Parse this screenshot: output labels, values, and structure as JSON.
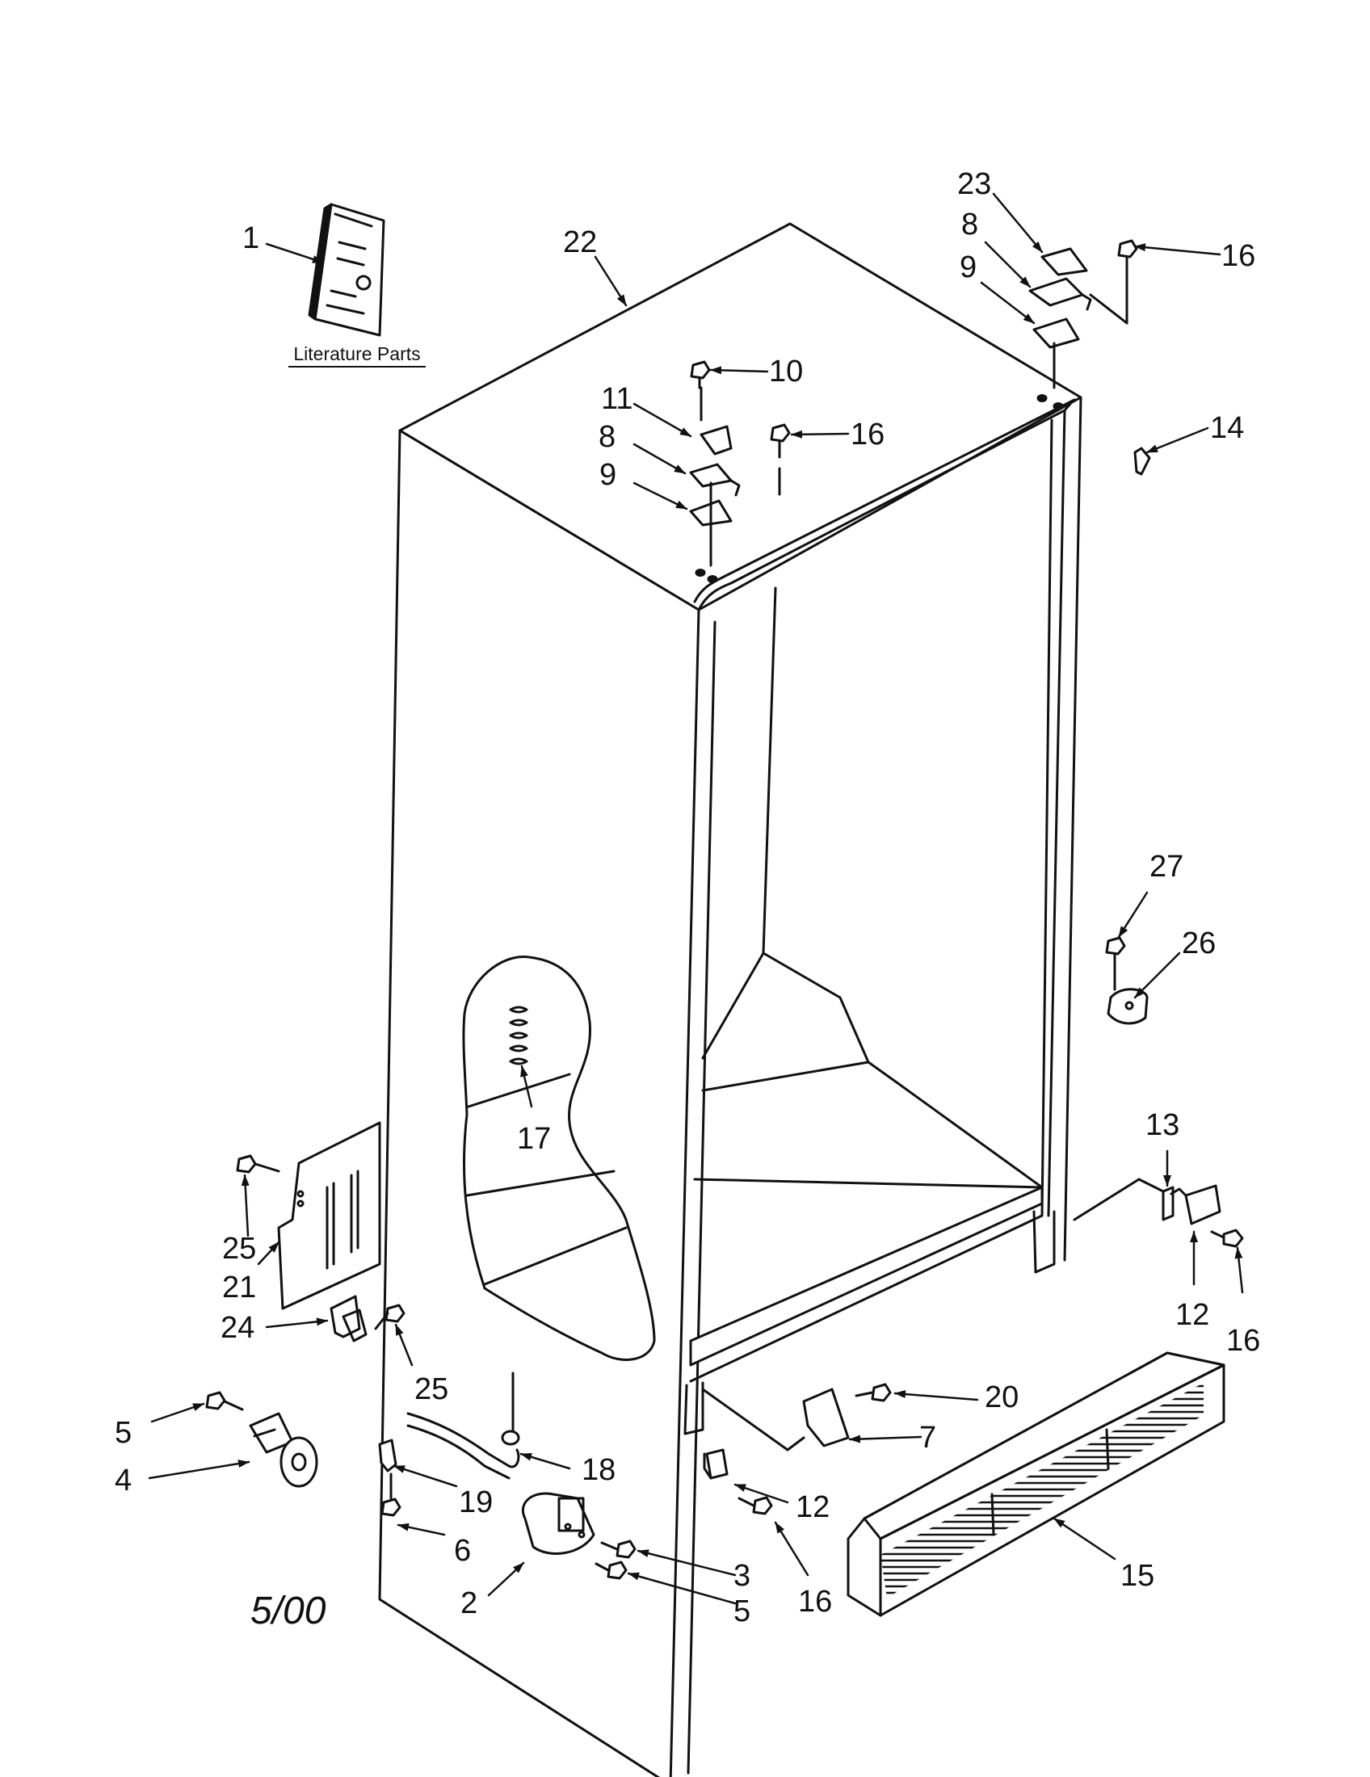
{
  "diagram": {
    "literature_caption": "Literature Parts",
    "date_code": "5/00",
    "callouts": {
      "c1": "1",
      "c2": "2",
      "c3": "3",
      "c4": "4",
      "c5a": "5",
      "c5b": "5",
      "c6": "6",
      "c7": "7",
      "c8a": "8",
      "c8b": "8",
      "c9a": "9",
      "c9b": "9",
      "c10": "10",
      "c11": "11",
      "c12a": "12",
      "c12b": "12",
      "c13": "13",
      "c14": "14",
      "c15": "15",
      "c16a": "16",
      "c16b": "16",
      "c16c": "16",
      "c16d": "16",
      "c17": "17",
      "c18": "18",
      "c19": "19",
      "c20": "20",
      "c21": "21",
      "c22": "22",
      "c23": "23",
      "c24": "24",
      "c25a": "25",
      "c25b": "25",
      "c26": "26",
      "c27": "27"
    }
  }
}
